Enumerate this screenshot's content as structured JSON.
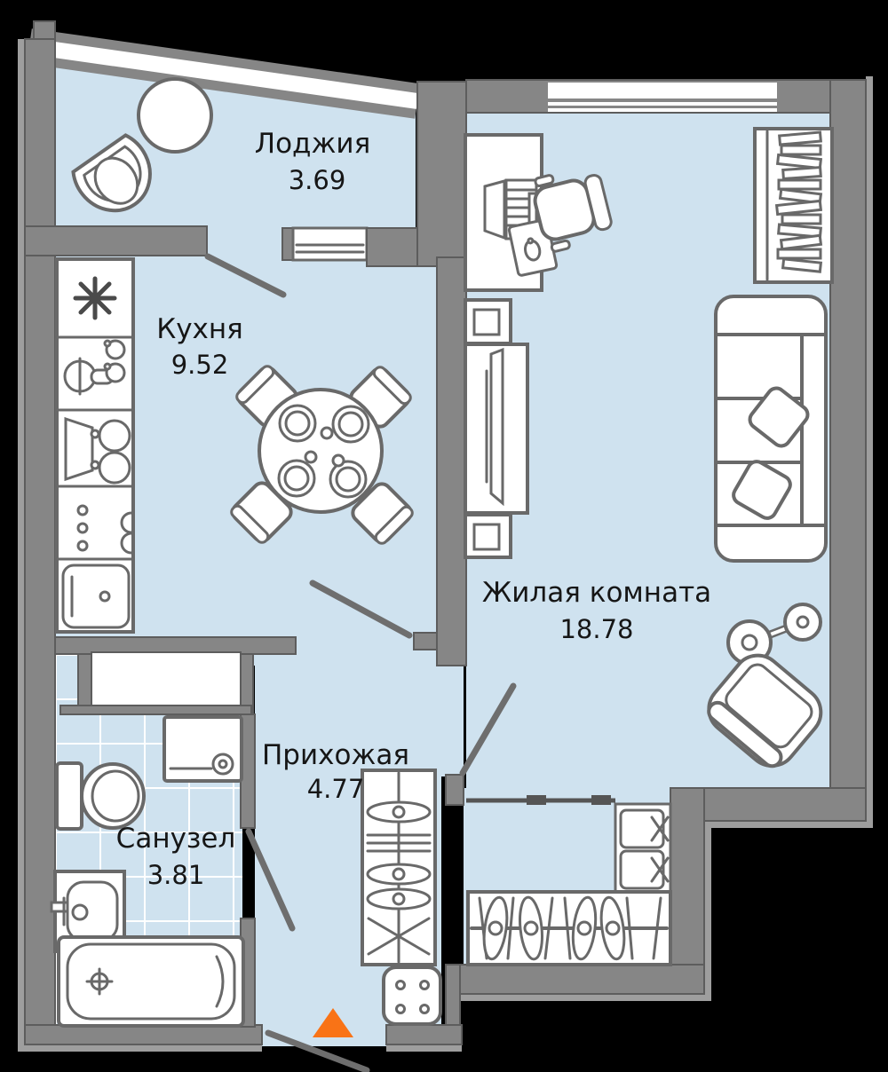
{
  "plan": {
    "type": "apartment-floor-plan",
    "rooms": [
      {
        "id": "loggia",
        "name": "Лоджия",
        "area": "3.69"
      },
      {
        "id": "kitchen",
        "name": "Кухня",
        "area": "9.52"
      },
      {
        "id": "living",
        "name": "Жилая комната",
        "area": "18.78"
      },
      {
        "id": "hallway",
        "name": "Прихожая",
        "area": "4.77"
      },
      {
        "id": "bathroom",
        "name": "Санузел",
        "area": "3.81"
      }
    ],
    "entrance": {
      "icon": "entrance-arrow-icon",
      "color": "#F97316"
    },
    "palette": {
      "background": "#000000",
      "floor": "#cfe2ef",
      "wall": "#868686",
      "wall_light": "#9e9e9e",
      "furniture_fill": "#ffffff",
      "furniture_stroke": "#696969",
      "tile_line": "#ffffff",
      "text": "#161616"
    },
    "furniture_icons": [
      "round-table-icon",
      "tub-chair-icon",
      "fridge-icon",
      "kitchen-sink-icon",
      "stove-icon",
      "kitchen-drawers-icon",
      "dishwasher-icon",
      "dining-table-icon",
      "dining-chair-icon",
      "desk-icon",
      "laptop-icon",
      "mousepad-icon",
      "office-chair-icon",
      "bookshelf-icon",
      "tv-stand-icon",
      "tv-icon",
      "sofa-icon",
      "pillow-icon",
      "floor-lamp-icon",
      "armchair-icon",
      "wardrobe-icon",
      "storage-boxes-icon",
      "closet-hangers-icon",
      "pouf-icon",
      "washing-machine-icon",
      "toilet-icon",
      "bathroom-sink-icon",
      "bathtub-icon",
      "door-swing-icon",
      "window-icon"
    ]
  }
}
